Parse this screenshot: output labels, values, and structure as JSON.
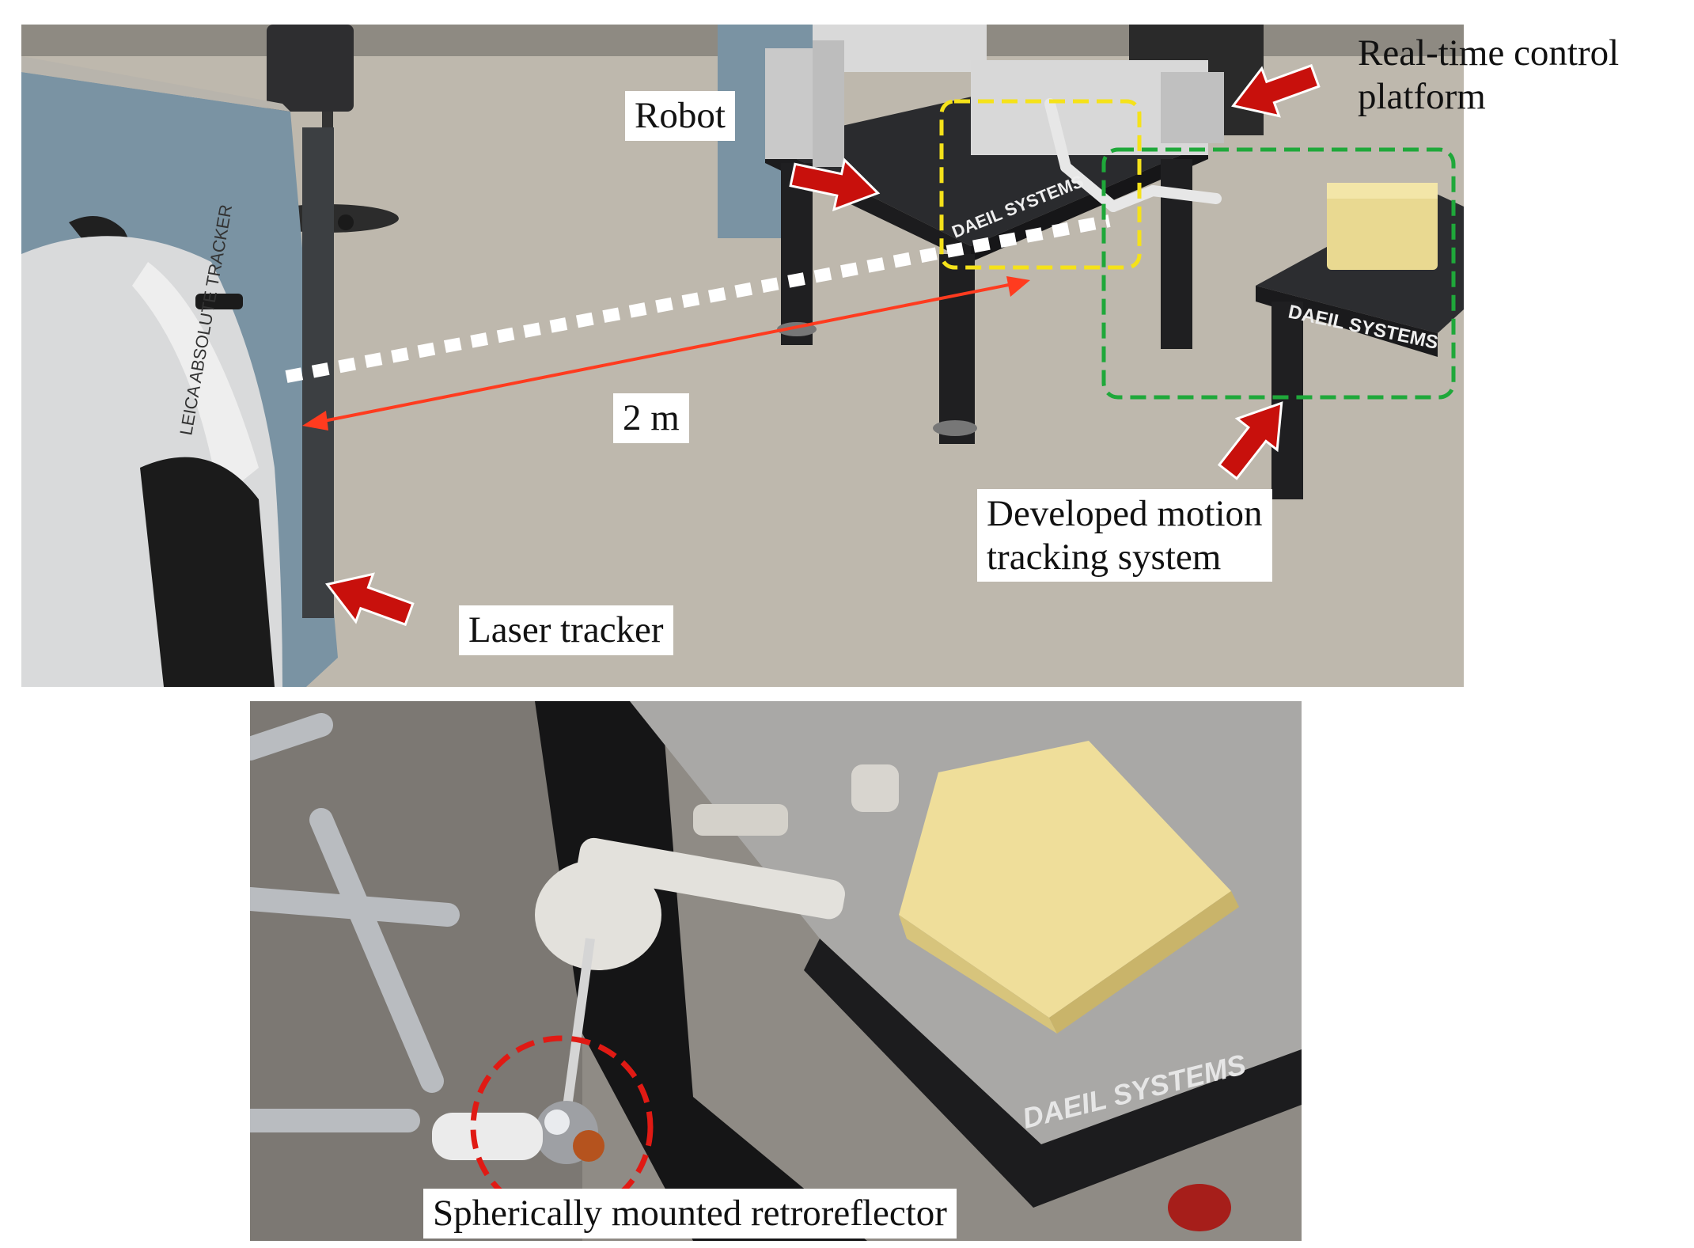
{
  "figure": {
    "top_photo": {
      "labels": {
        "robot": "Robot",
        "platform": "Real-time control\nplatform",
        "distance": "2 m",
        "motion_tracking": "Developed motion\ntracking system",
        "laser_tracker": "Laser tracker"
      },
      "device_text": {
        "tracker_brand": "LEICA ABSOLUTE TRACKER",
        "table_brand_1": "DAEIL SYSTEMS",
        "table_brand_2": "DAEIL SYSTEMS"
      }
    },
    "bottom_photo": {
      "labels": {
        "retroreflector": "Spherically mounted retroreflector"
      },
      "device_text": {
        "table_brand": "DAEIL SYSTEMS"
      }
    },
    "colors": {
      "arrow_red": "#c8100c",
      "measure_line": "#ff3b1f",
      "robot_box": "#f5e21a",
      "tracking_box": "#1fa83a",
      "retro_circle": "#e01a14"
    }
  }
}
